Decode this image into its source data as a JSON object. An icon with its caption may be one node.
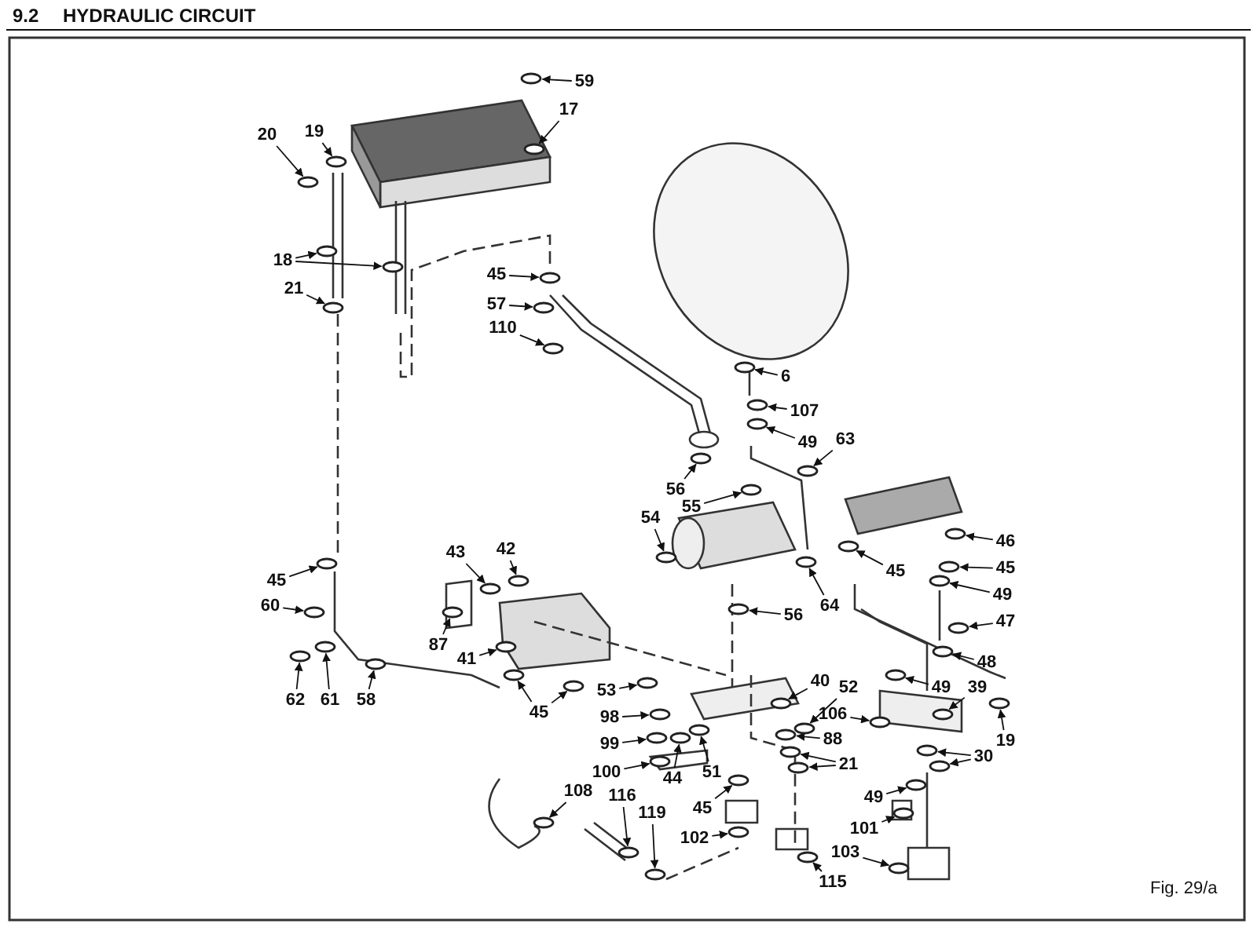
{
  "diagram": {
    "title": "HYDRAULIC CIRCUIT",
    "caption": "Fig. 29/a",
    "labels": [
      "9.2"
    ],
    "nodes": [
      {
        "text": [
          "59"
        ]
      },
      {
        "text": [
          "17"
        ]
      },
      {
        "text": [
          "20"
        ]
      },
      {
        "text": [
          "19"
        ]
      },
      {
        "text": [
          "18"
        ]
      },
      {
        "text": [
          "21"
        ]
      },
      {
        "text": [
          "45"
        ]
      },
      {
        "text": [
          "57"
        ]
      },
      {
        "text": [
          "110"
        ]
      },
      {
        "text": [
          "6"
        ]
      },
      {
        "text": [
          "107"
        ]
      },
      {
        "text": [
          "49"
        ]
      },
      {
        "text": [
          "63"
        ]
      },
      {
        "text": [
          "56"
        ]
      },
      {
        "text": [
          "55"
        ]
      },
      {
        "text": [
          "54"
        ]
      },
      {
        "text": [
          "46"
        ]
      },
      {
        "text": [
          "45"
        ]
      },
      {
        "text": [
          "45"
        ]
      },
      {
        "text": [
          "64"
        ]
      },
      {
        "text": [
          "49"
        ]
      },
      {
        "text": [
          "43"
        ]
      },
      {
        "text": [
          "42"
        ]
      },
      {
        "text": [
          "45"
        ]
      },
      {
        "text": [
          "60"
        ]
      },
      {
        "text": [
          "56"
        ]
      },
      {
        "text": [
          "47"
        ]
      },
      {
        "text": [
          "87"
        ]
      },
      {
        "text": [
          "62"
        ]
      },
      {
        "text": [
          "61"
        ]
      },
      {
        "text": [
          "58"
        ]
      },
      {
        "text": [
          "41"
        ]
      },
      {
        "text": [
          "48"
        ]
      },
      {
        "text": [
          "53"
        ]
      },
      {
        "text": [
          "40"
        ]
      },
      {
        "text": [
          "52"
        ]
      },
      {
        "text": [
          "49"
        ]
      },
      {
        "text": [
          "39"
        ]
      },
      {
        "text": [
          "45"
        ]
      },
      {
        "text": [
          "98"
        ]
      },
      {
        "text": [
          "106"
        ]
      },
      {
        "text": [
          "19"
        ]
      },
      {
        "text": [
          "99"
        ]
      },
      {
        "text": [
          "88"
        ]
      },
      {
        "text": [
          "30"
        ]
      },
      {
        "text": [
          "100"
        ]
      },
      {
        "text": [
          "44"
        ]
      },
      {
        "text": [
          "51"
        ]
      },
      {
        "text": [
          "21"
        ]
      },
      {
        "text": [
          "49"
        ]
      },
      {
        "text": [
          "108"
        ]
      },
      {
        "text": [
          "116"
        ]
      },
      {
        "text": [
          "119"
        ]
      },
      {
        "text": [
          "45"
        ]
      },
      {
        "text": [
          "102"
        ]
      },
      {
        "text": [
          "101"
        ]
      },
      {
        "text": [
          "103"
        ]
      },
      {
        "text": [
          "115"
        ]
      },
      {
        "text": [],
        "shape": "circle"
      },
      {
        "text": [],
        "shape": "circle"
      },
      {
        "text": [],
        "shape": "circle"
      },
      {
        "text": [],
        "shape": "circle"
      },
      {
        "text": [],
        "shape": "circle"
      },
      {
        "text": [],
        "shape": "circle"
      },
      {
        "text": [],
        "shape": "circle"
      },
      {
        "text": [],
        "shape": "circle"
      },
      {
        "text": [],
        "shape": "circle"
      },
      {
        "text": [],
        "shape": "circle"
      },
      {
        "text": [],
        "shape": "circle"
      },
      {
        "text": [],
        "shape": "circle"
      },
      {
        "text": [],
        "shape": "circle"
      },
      {
        "text": [],
        "shape": "circle"
      },
      {
        "text": [],
        "shape": "circle"
      },
      {
        "text": [],
        "shape": "circle"
      },
      {
        "text": [],
        "shape": "circle"
      },
      {
        "text": [],
        "shape": "circle"
      },
      {
        "text": [],
        "shape": "circle"
      },
      {
        "text": [],
        "shape": "circle"
      },
      {
        "text": [],
        "shape": "circle"
      },
      {
        "text": [],
        "shape": "circle"
      },
      {
        "text": [],
        "shape": "circle"
      },
      {
        "text": [],
        "shape": "circle"
      },
      {
        "text": [],
        "shape": "circle"
      },
      {
        "text": [],
        "shape": "circle"
      },
      {
        "text": [],
        "shape": "circle"
      },
      {
        "text": [],
        "shape": "circle"
      },
      {
        "text": [],
        "shape": "circle"
      },
      {
        "text": [],
        "shape": "circle"
      },
      {
        "text": [],
        "shape": "circle"
      },
      {
        "text": [],
        "shape": "circle"
      },
      {
        "text": [],
        "shape": "circle"
      },
      {
        "text": [],
        "shape": "circle"
      },
      {
        "text": [],
        "shape": "circle"
      },
      {
        "text": [],
        "shape": "circle"
      },
      {
        "text": [],
        "shape": "circle"
      },
      {
        "text": [],
        "shape": "circle"
      },
      {
        "text": [],
        "shape": "circle"
      },
      {
        "text": [],
        "shape": "circle"
      },
      {
        "text": [],
        "shape": "circle"
      },
      {
        "text": [],
        "shape": "circle"
      },
      {
        "text": [],
        "shape": "circle"
      },
      {
        "text": [],
        "shape": "circle"
      },
      {
        "text": [],
        "shape": "circle"
      },
      {
        "text": [],
        "shape": "circle"
      },
      {
        "text": [],
        "shape": "circle"
      },
      {
        "text": [],
        "shape": "circle"
      },
      {
        "text": [],
        "shape": "circle"
      },
      {
        "text": [],
        "shape": "circle"
      },
      {
        "text": [],
        "shape": "circle"
      },
      {
        "text": [],
        "shape": "circle"
      },
      {
        "text": [],
        "shape": "circle"
      },
      {
        "text": [],
        "shape": "circle"
      },
      {
        "text": [],
        "shape": "circle"
      },
      {
        "text": [],
        "shape": "circle"
      },
      {
        "text": [],
        "shape": "circle"
      },
      {
        "text": [],
        "shape": "circle"
      },
      {
        "text": [],
        "shape": "circle"
      },
      {
        "text": [],
        "shape": "circle"
      },
      {
        "text": [],
        "shape": "circle"
      },
      {
        "text": [],
        "shape": "circle"
      }
    ],
    "edges": [
      {
        "from": 0,
        "to": 58,
        "arrow": "to"
      },
      {
        "from": 1,
        "to": 59,
        "arrow": "to"
      },
      {
        "from": 2,
        "to": 60,
        "arrow": "to"
      },
      {
        "from": 3,
        "to": 61,
        "arrow": "to"
      },
      {
        "from": 4,
        "to": 62,
        "arrow": "to"
      },
      {
        "from": 4,
        "to": 63,
        "arrow": "to"
      },
      {
        "from": 5,
        "to": 64,
        "arrow": "to"
      },
      {
        "from": 6,
        "to": 65,
        "arrow": "to"
      },
      {
        "from": 7,
        "to": 66,
        "arrow": "to"
      },
      {
        "from": 8,
        "to": 67,
        "arrow": "to"
      },
      {
        "from": 9,
        "to": 68,
        "arrow": "to"
      },
      {
        "from": 10,
        "to": 69,
        "arrow": "to"
      },
      {
        "from": 11,
        "to": 70,
        "arrow": "to"
      },
      {
        "from": 12,
        "to": 71,
        "arrow": "to"
      },
      {
        "from": 13,
        "to": 72,
        "arrow": "to"
      },
      {
        "from": 14,
        "to": 73,
        "arrow": "to"
      },
      {
        "from": 15,
        "to": 74,
        "arrow": "to"
      },
      {
        "from": 16,
        "to": 75,
        "arrow": "to"
      },
      {
        "from": 17,
        "to": 76,
        "arrow": "to"
      },
      {
        "from": 18,
        "to": 77,
        "arrow": "to"
      },
      {
        "from": 19,
        "to": 78,
        "arrow": "to"
      },
      {
        "from": 20,
        "to": 79,
        "arrow": "to"
      },
      {
        "from": 21,
        "to": 80,
        "arrow": "to"
      },
      {
        "from": 22,
        "to": 81,
        "arrow": "to"
      },
      {
        "from": 23,
        "to": 82,
        "arrow": "to"
      },
      {
        "from": 24,
        "to": 83,
        "arrow": "to"
      },
      {
        "from": 25,
        "to": 84,
        "arrow": "to"
      },
      {
        "from": 26,
        "to": 85,
        "arrow": "to"
      },
      {
        "from": 27,
        "to": 86,
        "arrow": "to"
      },
      {
        "from": 28,
        "to": 87,
        "arrow": "to"
      },
      {
        "from": 29,
        "to": 88,
        "arrow": "to"
      },
      {
        "from": 30,
        "to": 89,
        "arrow": "to"
      },
      {
        "from": 31,
        "to": 90,
        "arrow": "to"
      },
      {
        "from": 32,
        "to": 91,
        "arrow": "to"
      },
      {
        "from": 33,
        "to": 92,
        "arrow": "to"
      },
      {
        "from": 34,
        "to": 93,
        "arrow": "to"
      },
      {
        "from": 35,
        "to": 94,
        "arrow": "to"
      },
      {
        "from": 36,
        "to": 95,
        "arrow": "to"
      },
      {
        "from": 37,
        "to": 96,
        "arrow": "to"
      },
      {
        "from": 38,
        "to": 97,
        "arrow": "to"
      },
      {
        "from": 38,
        "to": 98,
        "arrow": "to"
      },
      {
        "from": 39,
        "to": 99,
        "arrow": "to"
      },
      {
        "from": 40,
        "to": 100,
        "arrow": "to"
      },
      {
        "from": 41,
        "to": 101,
        "arrow": "to"
      },
      {
        "from": 42,
        "to": 102,
        "arrow": "to"
      },
      {
        "from": 43,
        "to": 103,
        "arrow": "to"
      },
      {
        "from": 44,
        "to": 104,
        "arrow": "to"
      },
      {
        "from": 44,
        "to": 105,
        "arrow": "to"
      },
      {
        "from": 45,
        "to": 106,
        "arrow": "to"
      },
      {
        "from": 46,
        "to": 107,
        "arrow": "to"
      },
      {
        "from": 47,
        "to": 108,
        "arrow": "to"
      },
      {
        "from": 48,
        "to": 109,
        "arrow": "to"
      },
      {
        "from": 48,
        "to": 110,
        "arrow": "to"
      },
      {
        "from": 49,
        "to": 111,
        "arrow": "to"
      },
      {
        "from": 50,
        "to": 112,
        "arrow": "to"
      },
      {
        "from": 51,
        "to": 113,
        "arrow": "to"
      },
      {
        "from": 52,
        "to": 114,
        "arrow": "to"
      },
      {
        "from": 53,
        "to": 115,
        "arrow": "to"
      },
      {
        "from": 54,
        "to": 116,
        "arrow": "to"
      },
      {
        "from": 55,
        "to": 117,
        "arrow": "to"
      },
      {
        "from": 56,
        "to": 118,
        "arrow": "to"
      },
      {
        "from": 57,
        "to": 119,
        "arrow": "to"
      }
    ]
  }
}
